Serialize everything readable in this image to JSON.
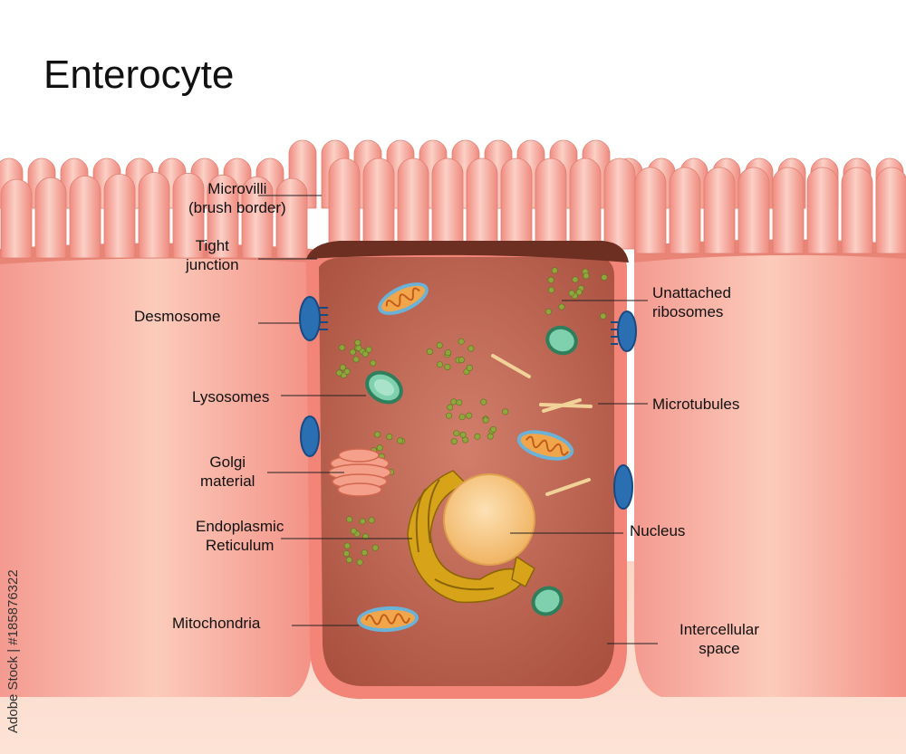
{
  "title": "Enterocyte",
  "labels": {
    "microvilli_1": "Microvilli",
    "microvilli_2": "(brush border)",
    "tight_1": "Tight",
    "tight_2": "junction",
    "desmosome": "Desmosome",
    "lysosomes": "Lysosomes",
    "golgi_1": "Golgi",
    "golgi_2": "material",
    "er_1": "Endoplasmic",
    "er_2": "Reticulum",
    "mitochondria": "Mitochondria",
    "ribosomes_1": "Unattached",
    "ribosomes_2": "ribosomes",
    "microtubules": "Microtubules",
    "nucleus": "Nucleus",
    "intercellular_1": "Intercellular",
    "intercellular_2": "space"
  },
  "watermark": "Adobe Stock | #185876322",
  "colors": {
    "cell_fill": "#f7a39a",
    "center_cell": "#b45a4b",
    "microvilli": "#f6a99d",
    "desmosome": "#2b6fb3",
    "nucleus": "#f4c47a",
    "er": "#d7a319",
    "ribosome": "#8ea63c",
    "lysosome": "#3f9a73"
  }
}
